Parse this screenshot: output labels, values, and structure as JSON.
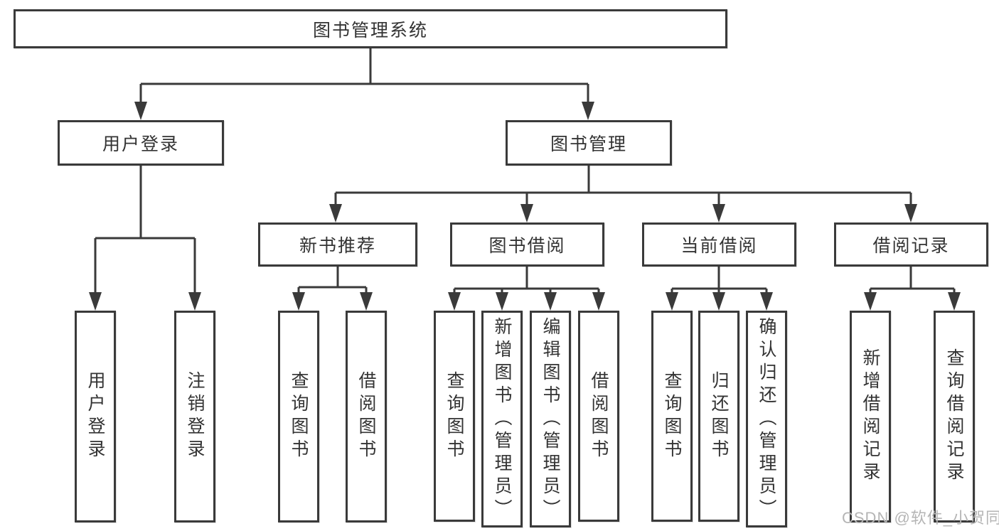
{
  "diagram": {
    "type": "tree",
    "root": {
      "label": "图书管理系统"
    },
    "level2": [
      {
        "label": "用户登录",
        "parent": "图书管理系统"
      },
      {
        "label": "图书管理",
        "parent": "图书管理系统"
      }
    ],
    "level3": [
      {
        "label": "新书推荐",
        "parent": "图书管理"
      },
      {
        "label": "图书借阅",
        "parent": "图书管理"
      },
      {
        "label": "当前借阅",
        "parent": "图书管理"
      },
      {
        "label": "借阅记录",
        "parent": "图书管理"
      }
    ],
    "leaves": [
      {
        "label": "用户登录",
        "parent": "用户登录"
      },
      {
        "label": "注销登录",
        "parent": "用户登录"
      },
      {
        "label": "查询图书",
        "parent": "新书推荐"
      },
      {
        "label": "借阅图书",
        "parent": "新书推荐"
      },
      {
        "label": "查询图书",
        "parent": "图书借阅"
      },
      {
        "label": "新增图书（管理员）",
        "parent": "图书借阅"
      },
      {
        "label": "编辑图书（管理员）",
        "parent": "图书借阅"
      },
      {
        "label": "借阅图书",
        "parent": "图书借阅"
      },
      {
        "label": "查询图书",
        "parent": "当前借阅"
      },
      {
        "label": "归还图书",
        "parent": "当前借阅"
      },
      {
        "label": "确认归还（管理员）",
        "parent": "当前借阅"
      },
      {
        "label": "新增借阅记录",
        "parent": "借阅记录"
      },
      {
        "label": "查询借阅记录",
        "parent": "借阅记录"
      }
    ]
  },
  "watermark": {
    "text": "CSDN @软件_小贺同学"
  },
  "colors": {
    "line": "#3a3a3a",
    "text": "#333333",
    "box_background": "#ffffff",
    "watermark": "#b5b5b5",
    "page_background": "#ffffff"
  }
}
